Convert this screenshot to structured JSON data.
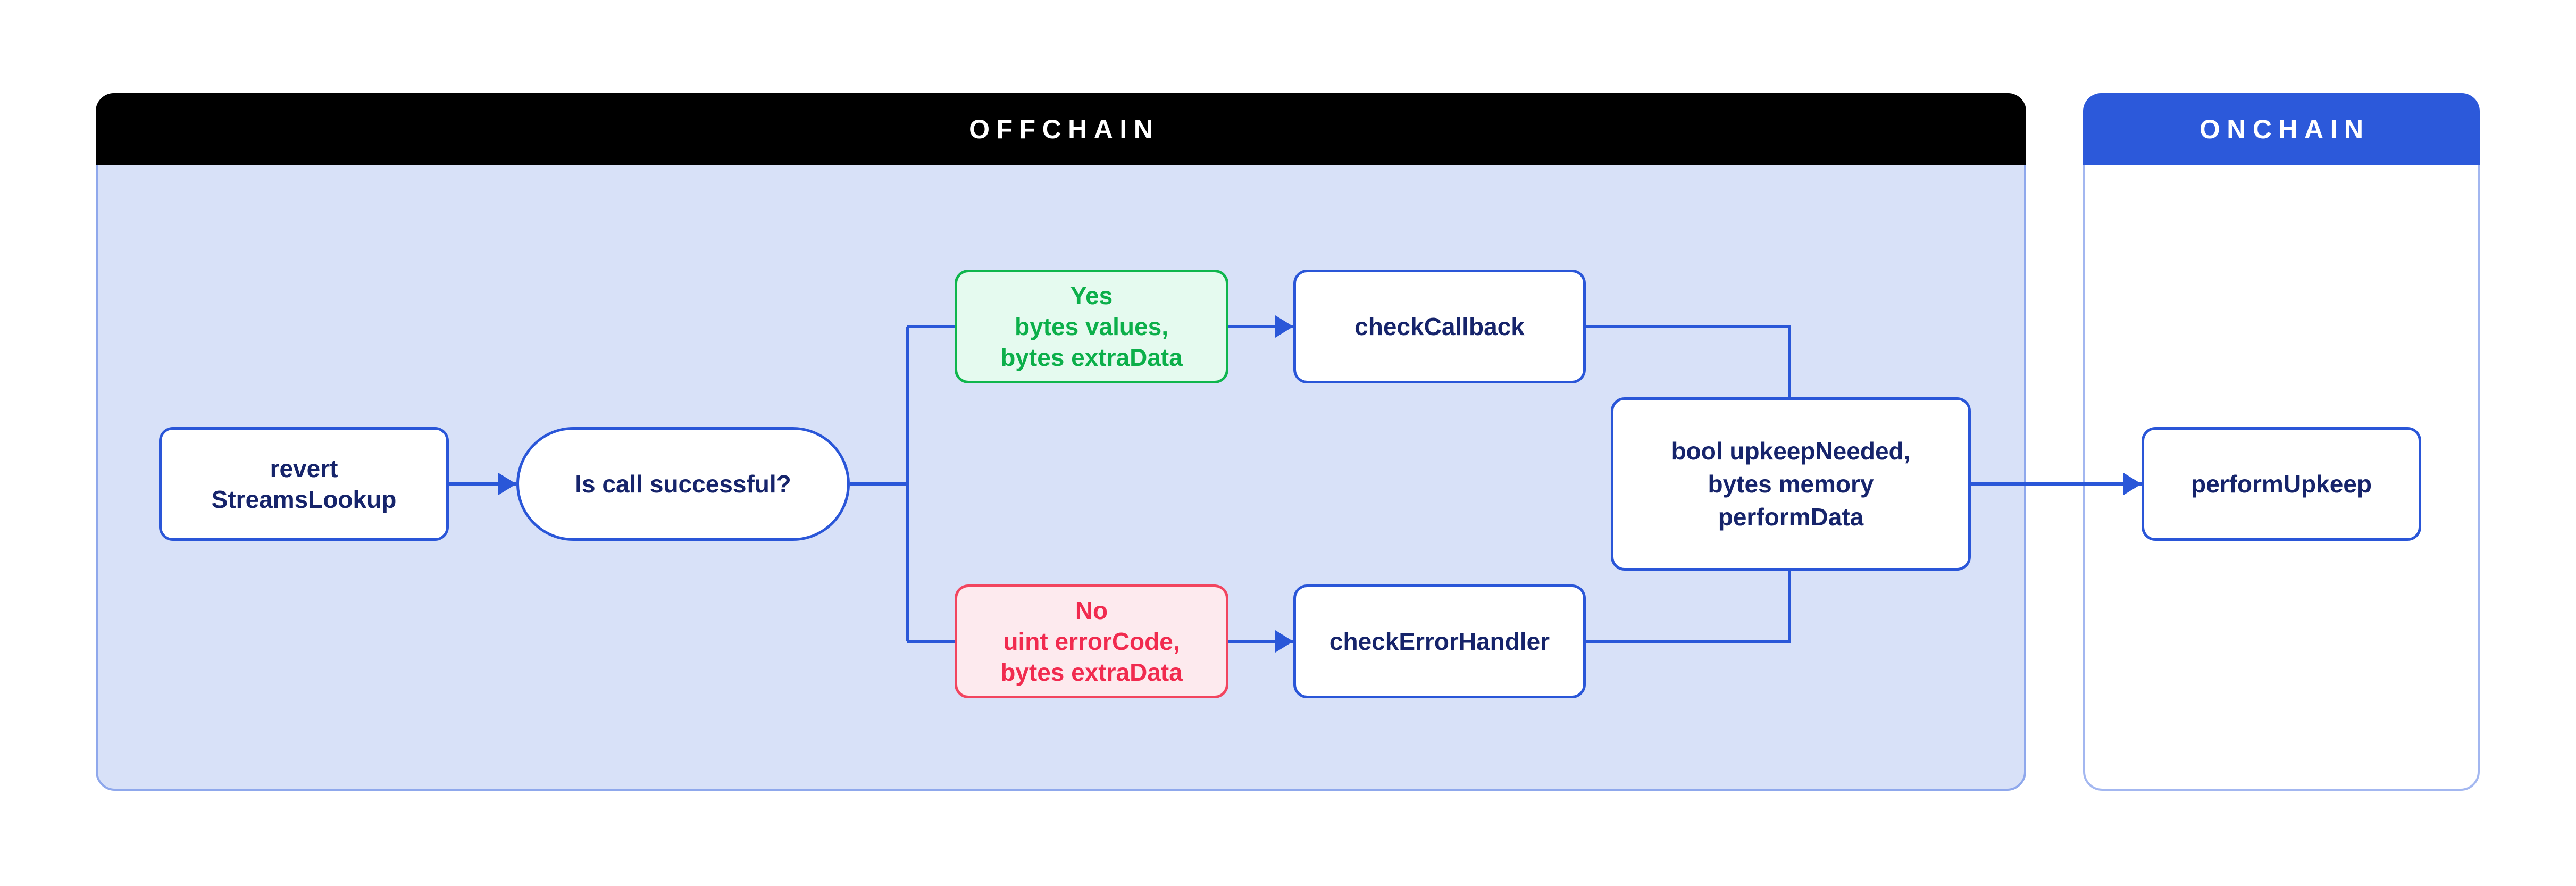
{
  "panels": {
    "offchain": {
      "title": "OFFCHAIN",
      "header_bg": "#000000",
      "header_text_color": "#ffffff",
      "body_bg": "#d8e1f8",
      "border_color": "#8fa8ec"
    },
    "onchain": {
      "title": "ONCHAIN",
      "header_bg": "#2c59da",
      "header_text_color": "#ffffff",
      "body_bg": "#ffffff",
      "border_color": "#a3b7f0"
    }
  },
  "nodes": {
    "revert": {
      "type": "process",
      "lines": [
        "revert",
        "StreamsLookup"
      ]
    },
    "decision": {
      "type": "decision",
      "label": "Is call successful?"
    },
    "yes_branch": {
      "type": "data",
      "lines": [
        "Yes",
        "bytes values,",
        "bytes extraData"
      ],
      "border_color": "#0fb64d",
      "bg": "#e5faef",
      "text_color": "#0caf4a"
    },
    "no_branch": {
      "type": "data",
      "lines": [
        "No",
        "uint errorCode,",
        "bytes extraData"
      ],
      "border_color": "#f2455f",
      "bg": "#fdeaee",
      "text_color": "#f12b4f"
    },
    "check_callback": {
      "type": "process",
      "label": "checkCallback"
    },
    "check_error_handler": {
      "type": "process",
      "label": "checkErrorHandler"
    },
    "upkeep_result": {
      "type": "data",
      "lines": [
        "bool upkeepNeeded,",
        "bytes memory",
        "performData"
      ]
    },
    "perform_upkeep": {
      "type": "process",
      "label": "performUpkeep"
    }
  },
  "edges": [
    {
      "from": "revert",
      "to": "decision",
      "arrow": true
    },
    {
      "from": "decision",
      "to": "yes_branch",
      "arrow": false
    },
    {
      "from": "decision",
      "to": "no_branch",
      "arrow": false
    },
    {
      "from": "yes_branch",
      "to": "check_callback",
      "arrow": true
    },
    {
      "from": "no_branch",
      "to": "check_error_handler",
      "arrow": true
    },
    {
      "from": "check_callback",
      "to": "upkeep_result",
      "arrow": false
    },
    {
      "from": "check_error_handler",
      "to": "upkeep_result",
      "arrow": false
    },
    {
      "from": "upkeep_result",
      "to": "perform_upkeep",
      "arrow": true
    }
  ],
  "colors": {
    "connector": "#2a57d8",
    "node_border": "#2a56d8",
    "node_text": "#16246b",
    "node_bg": "#ffffff",
    "page_bg": "#ffffff"
  }
}
